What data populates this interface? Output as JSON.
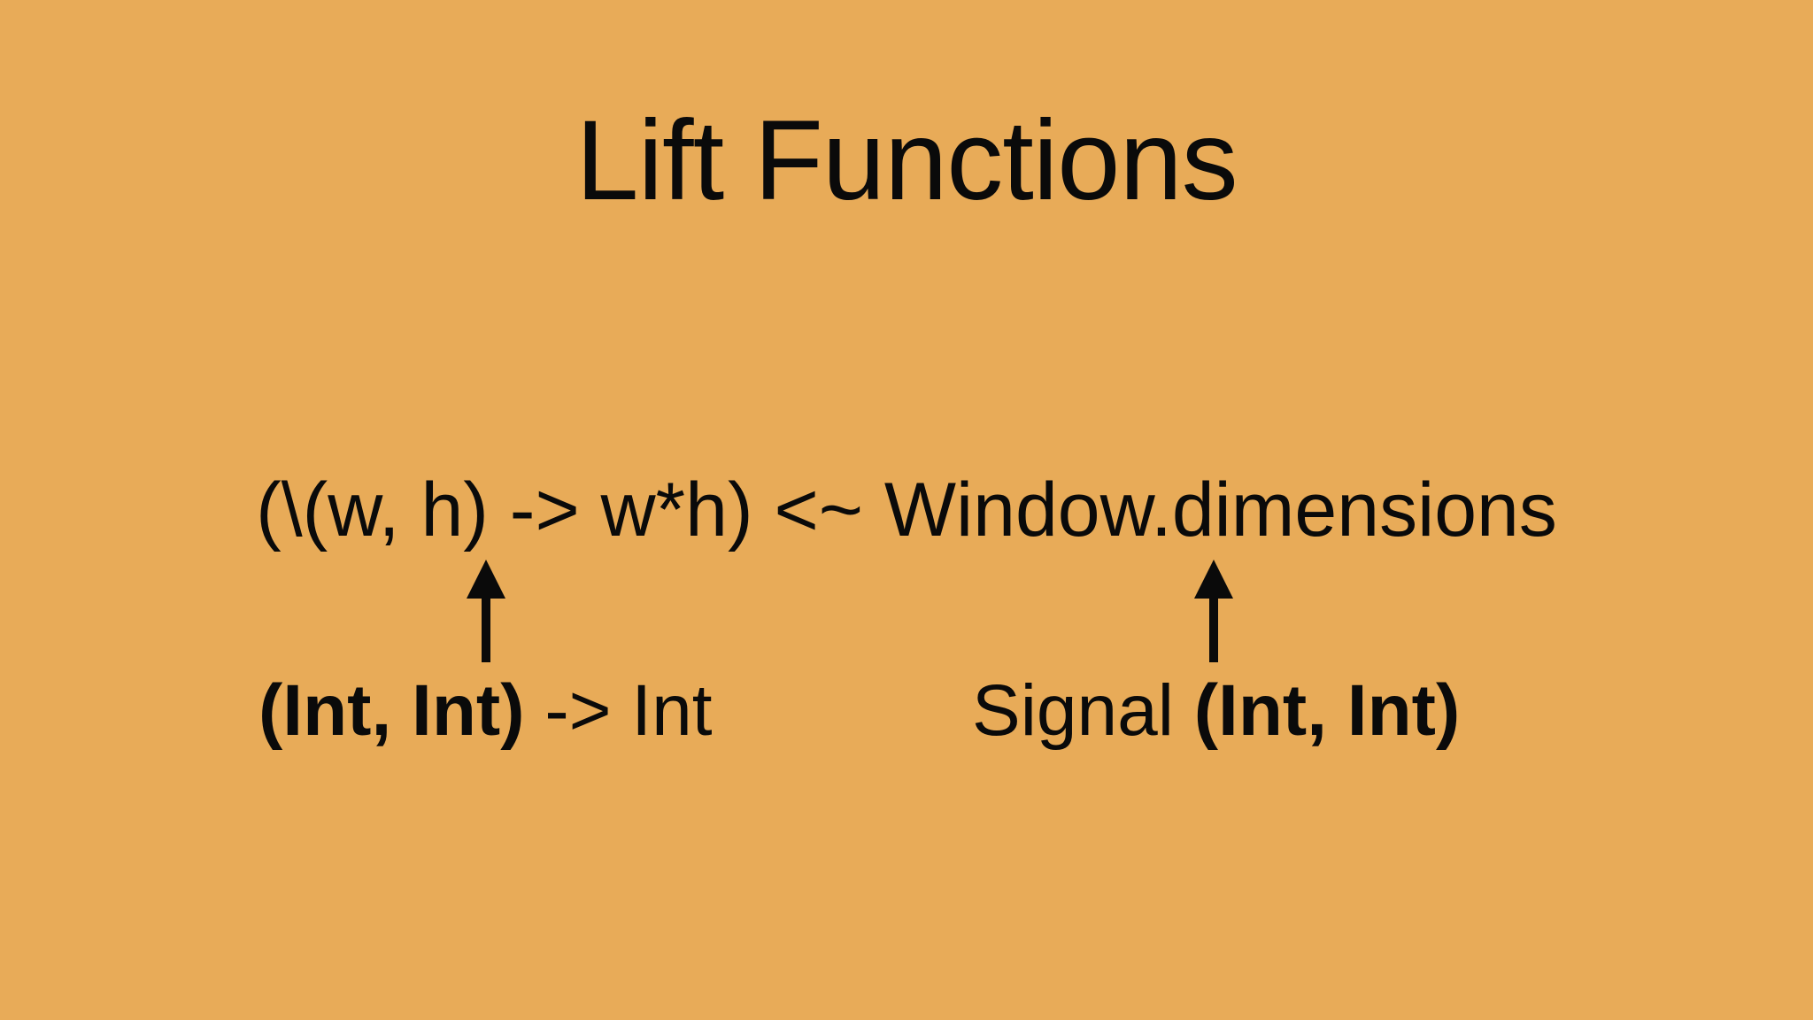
{
  "slide": {
    "title": "Lift Functions",
    "expression": "(\\(w, h) -> w*h) <~ Window.dimensions",
    "left_annotation": {
      "bold_part": "(Int, Int)",
      "rest": " -> Int"
    },
    "right_annotation": {
      "prefix": "Signal ",
      "bold_part": "(Int, Int)"
    },
    "background_color": "#e8ab58",
    "text_color": "#0a0a0a",
    "arrows": [
      "up-arrow-icon",
      "up-arrow-icon"
    ]
  }
}
